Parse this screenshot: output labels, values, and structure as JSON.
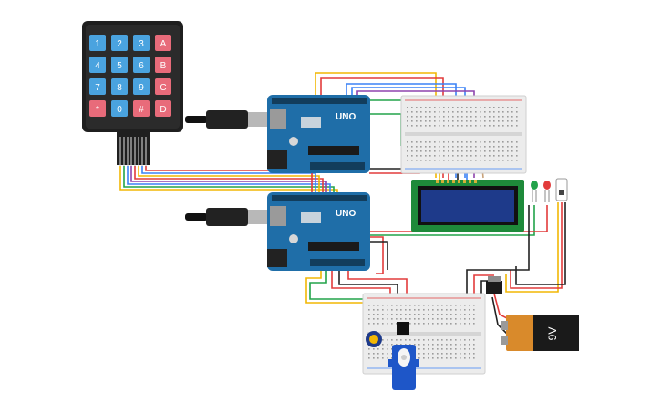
{
  "keypad": {
    "keys": [
      {
        "label": "1",
        "kind": "num"
      },
      {
        "label": "2",
        "kind": "num"
      },
      {
        "label": "3",
        "kind": "num"
      },
      {
        "label": "A",
        "kind": "letter"
      },
      {
        "label": "4",
        "kind": "num"
      },
      {
        "label": "5",
        "kind": "num"
      },
      {
        "label": "6",
        "kind": "num"
      },
      {
        "label": "B",
        "kind": "letter"
      },
      {
        "label": "7",
        "kind": "num"
      },
      {
        "label": "8",
        "kind": "num"
      },
      {
        "label": "9",
        "kind": "num"
      },
      {
        "label": "C",
        "kind": "letter"
      },
      {
        "label": "*",
        "kind": "sym"
      },
      {
        "label": "0",
        "kind": "num"
      },
      {
        "label": "#",
        "kind": "sym"
      },
      {
        "label": "D",
        "kind": "letter"
      }
    ]
  },
  "arduino_top": {
    "label": "UNO"
  },
  "arduino_bottom": {
    "label": "UNO"
  },
  "battery": {
    "label": "9V"
  },
  "colors": {
    "key_num": "#4aa3df",
    "key_letter": "#e86b7a",
    "board_blue": "#1f6ea8",
    "lcd_screen": "#1e3a8a",
    "battery_orange": "#d98a2b",
    "wire_red": "#e23b3b",
    "wire_yellow": "#f2b705",
    "wire_blue": "#3b82f6",
    "wire_green": "#22a34a",
    "wire_purple": "#8e44ad",
    "wire_black": "#222222"
  }
}
